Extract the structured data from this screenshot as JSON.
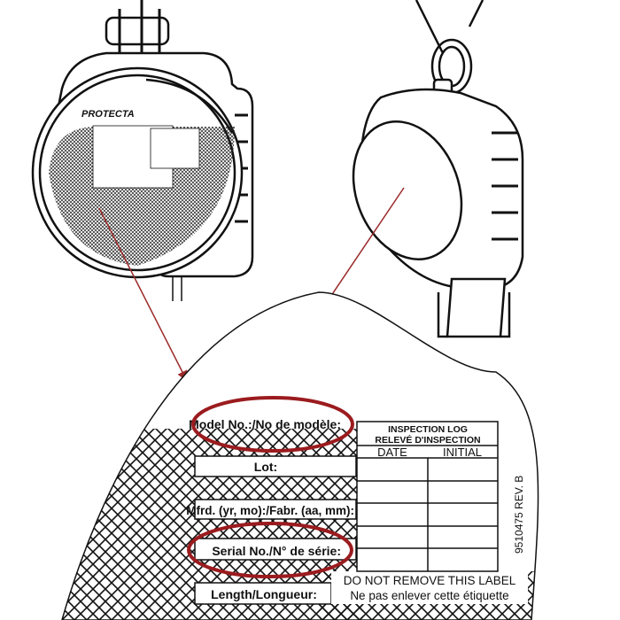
{
  "small_label": {
    "brand": "PROTECTA"
  },
  "label": {
    "model": "Model No.:/No de modèle:",
    "lot": "Lot:",
    "mfrd": "Mfrd. (yr, mo):/Fabr. (aa, mm):",
    "serial": "Serial No./N° de série:",
    "length": "Length/Longueur:",
    "inspection_title_1": "INSPECTION LOG",
    "inspection_title_2": "RELEVÉ D'INSPECTION",
    "col_date": "DATE",
    "col_initial": "INITIAL",
    "warning_en": "DO NOT REMOVE THIS LABEL",
    "warning_fr": "Ne pas enlever cette étiquette",
    "part_number": "9510475 REV. B"
  },
  "colors": {
    "highlight": "#9b1b1e",
    "arrow": "#9b2a2a",
    "line": "#111111"
  }
}
